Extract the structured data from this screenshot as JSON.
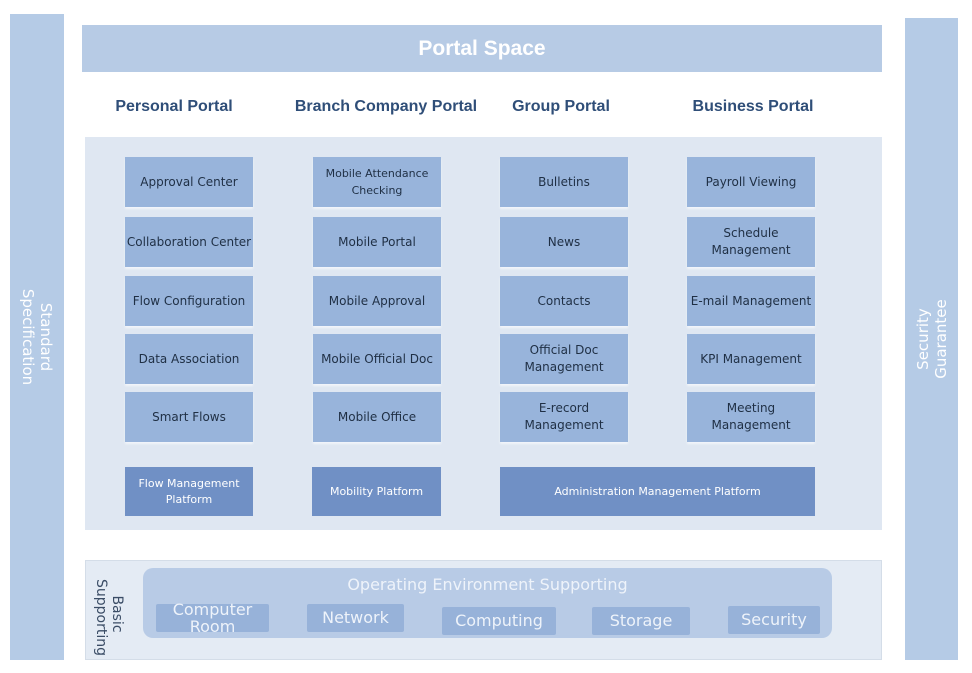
{
  "left_bar": "Standard Specification",
  "right_bar": "Security Guarantee",
  "header": "Portal Space",
  "portals": [
    "Personal Portal",
    "Branch Company Portal",
    "Group Portal",
    "Business Portal"
  ],
  "columns": [
    [
      "Approval Center",
      "Collaboration Center",
      "Flow Configuration",
      "Data Association",
      "Smart Flows"
    ],
    [
      "Mobile Attendance Checking",
      "Mobile Portal",
      "Mobile Approval",
      "Mobile Official Doc",
      "Mobile Office"
    ],
    [
      "Bulletins",
      "News",
      "Contacts",
      "Official Doc Management",
      "E-record Management"
    ],
    [
      "Payroll  Viewing",
      "Schedule Management",
      "E-mail Management",
      "KPI Management",
      "Meeting Management"
    ]
  ],
  "platforms": [
    "Flow Management Platform",
    "Mobility Platform",
    "Administration Management Platform"
  ],
  "basic": {
    "label": "Basic Supporting",
    "title": "Operating Environment Supporting",
    "items": [
      "Computer Room",
      "Network",
      "Computing",
      "Storage",
      "Security"
    ]
  }
}
